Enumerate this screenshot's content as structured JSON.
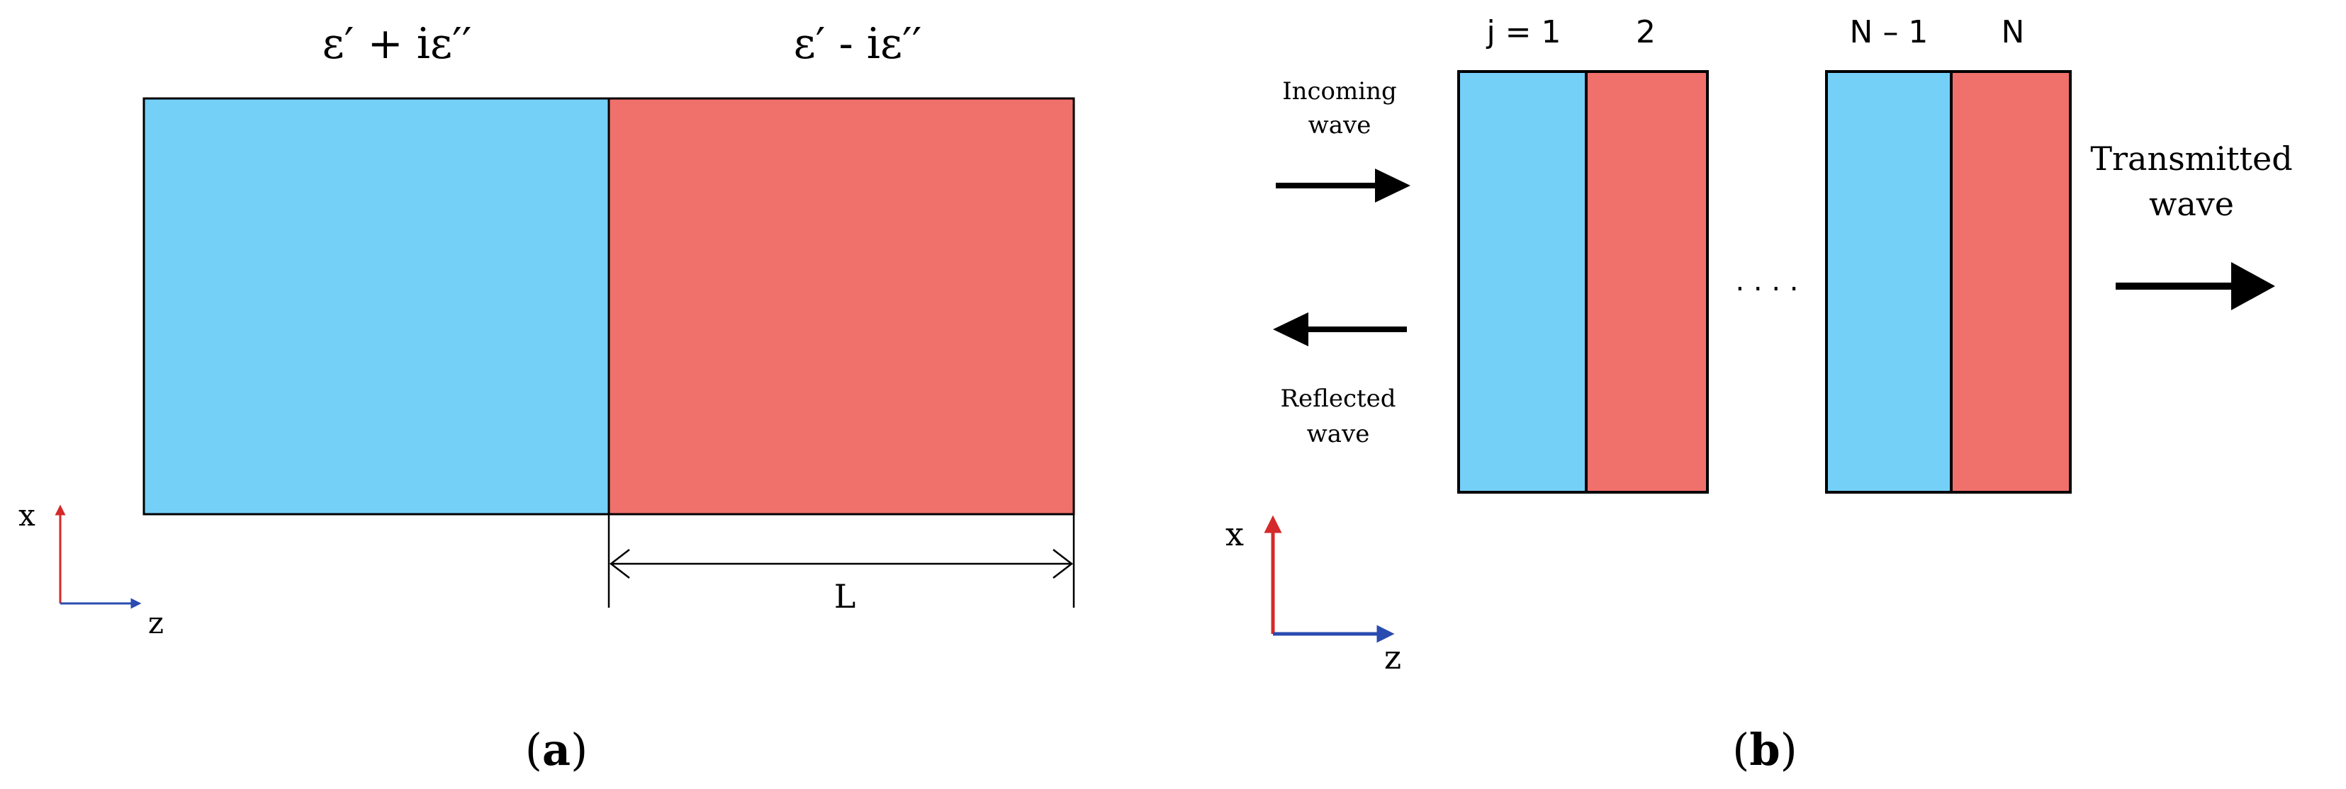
{
  "panel_a": {
    "label_open": "(",
    "label_letter": "a",
    "label_close": ")",
    "left_permittivity": "ε′ + iε′′",
    "right_permittivity": "ε′ - iε′′",
    "length_label": "L",
    "axis_vertical": "x",
    "axis_horizontal": "z",
    "colors": {
      "gain_or_loss_blue": "#75D0F8",
      "red": "#F0706C",
      "axis_red": "#D42A2A",
      "axis_blue": "#2A4BB0"
    }
  },
  "panel_b": {
    "label_open": "(",
    "label_letter": "b",
    "label_close": ")",
    "layer_label_first": "j = 1",
    "layer_label_second": "2",
    "layer_label_penultimate": "N – 1",
    "layer_label_last": "N",
    "ellipsis": ". . . .",
    "incoming_line1": "Incoming",
    "incoming_line2": "wave",
    "reflected_line1": "Reflected",
    "reflected_line2": "wave",
    "transmitted_line1": "Transmitted",
    "transmitted_line2": "wave",
    "axis_vertical": "x",
    "axis_horizontal": "z"
  }
}
